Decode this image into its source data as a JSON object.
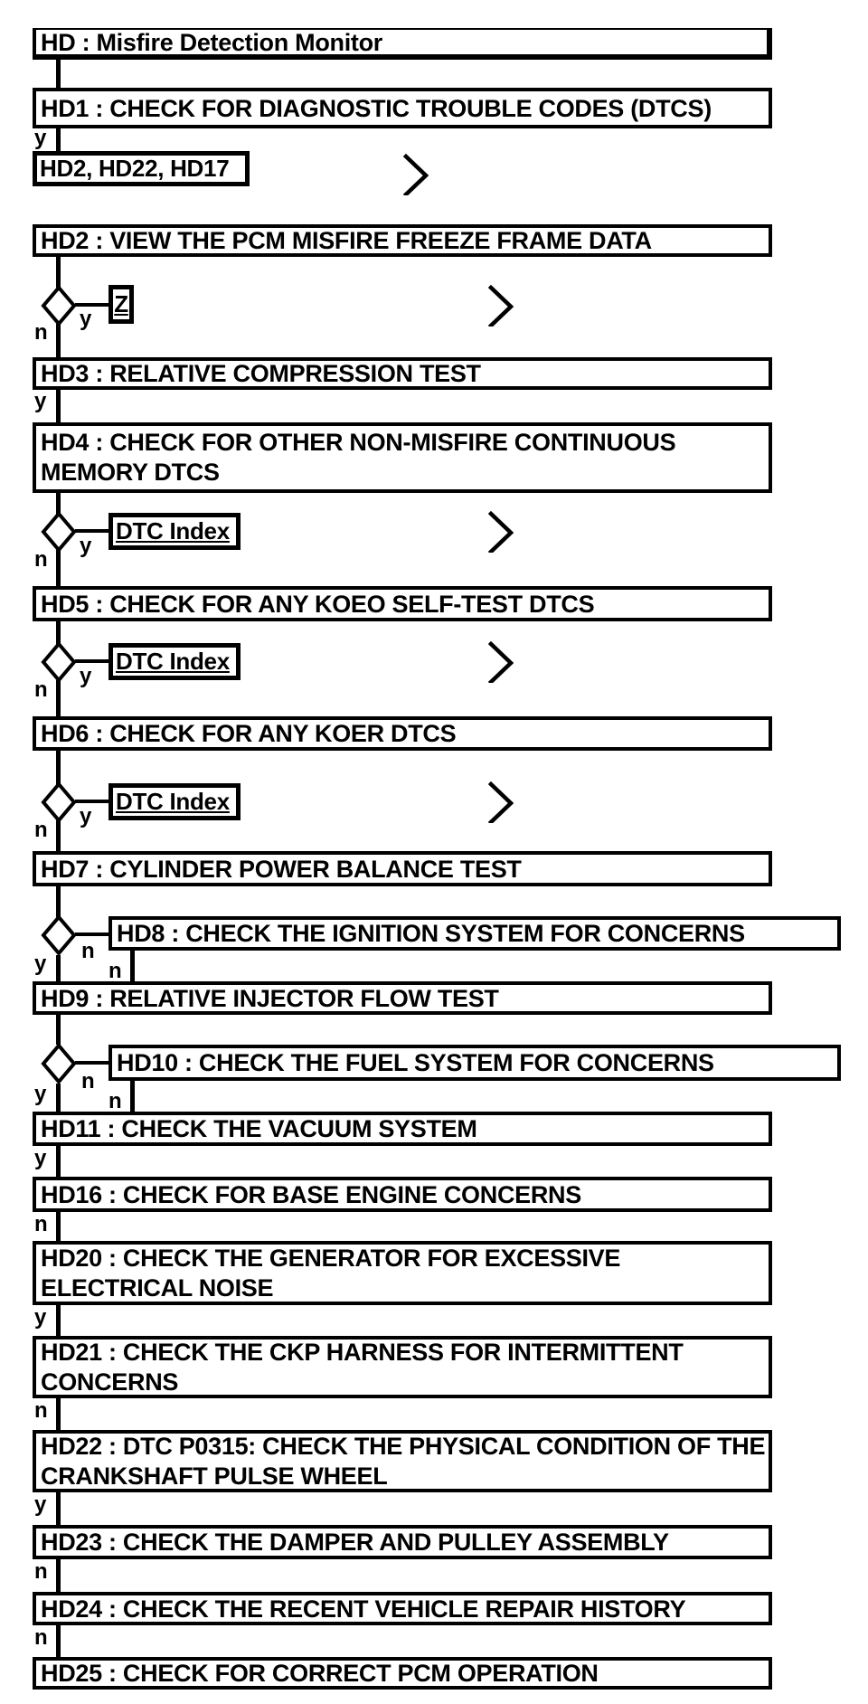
{
  "colors": {
    "ink": "#000000",
    "background": "#ffffff"
  },
  "flowchart": {
    "title": "HD : Misfire Detection Monitor",
    "steps": {
      "hd1": "HD1 : CHECK FOR DIAGNOSTIC TROUBLE CODES (DTCS)",
      "hd2": "HD2 : VIEW THE PCM MISFIRE FREEZE FRAME DATA",
      "hd3": "HD3 : RELATIVE COMPRESSION TEST",
      "hd4": "HD4 : CHECK FOR OTHER NON-MISFIRE CONTINUOUS MEMORY DTCS",
      "hd5": "HD5 : CHECK FOR ANY KOEO SELF-TEST DTCS",
      "hd6": "HD6 : CHECK FOR ANY KOER DTCS",
      "hd7": "HD7 : CYLINDER POWER BALANCE TEST",
      "hd8": "HD8 : CHECK THE IGNITION SYSTEM FOR CONCERNS",
      "hd9": "HD9 : RELATIVE INJECTOR FLOW TEST",
      "hd10": "HD10 : CHECK THE FUEL SYSTEM FOR CONCERNS",
      "hd11": "HD11 : CHECK THE VACUUM SYSTEM",
      "hd16": "HD16 : CHECK FOR BASE ENGINE CONCERNS",
      "hd20": "HD20 : CHECK THE GENERATOR FOR EXCESSIVE ELECTRICAL NOISE",
      "hd21": "HD21 : CHECK THE CKP HARNESS FOR INTERMITTENT CONCERNS",
      "hd22": "HD22 : DTC P0315: CHECK THE PHYSICAL CONDITION OF THE CRANKSHAFT PULSE WHEEL",
      "hd23": "HD23 : CHECK THE DAMPER AND PULLEY ASSEMBLY",
      "hd24": "HD24 : CHECK THE RECENT VEHICLE REPAIR HISTORY",
      "hd25": "HD25 : CHECK FOR CORRECT PCM OPERATION"
    },
    "links": {
      "ref1": "HD2, HD22, HD17",
      "z": "Z",
      "dtc": "DTC Index"
    },
    "branch_labels": {
      "yes": "y",
      "no": "n"
    },
    "icons": {
      "decision": "diamond-icon",
      "continue": "chevron-right-icon"
    }
  }
}
